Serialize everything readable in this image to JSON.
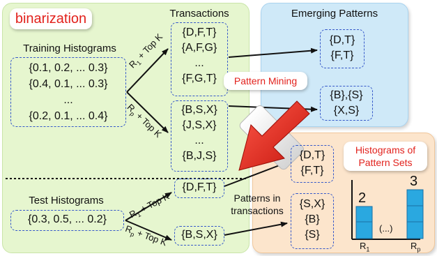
{
  "badge": {
    "label": "binarization"
  },
  "training": {
    "heading": "Training Histograms",
    "rows": [
      "{0.1, 0.2, ... 0.3}",
      "{0.4, 0.1, ... 0.3}",
      "...",
      "{0.2, 0.1, ... 0.4}"
    ]
  },
  "transactions": {
    "heading": "Transactions",
    "group1": [
      "{D,F,T}",
      "{A,F,G}",
      "...",
      "{F,G,T}"
    ],
    "group2": [
      "{B,S,X}",
      "{J,S,X}",
      "...",
      "{B,J,S}"
    ]
  },
  "edges": {
    "r1_label": "R",
    "r1_sub": "1",
    "rp_label": "R",
    "rp_sub": "p",
    "topk": " + Top K"
  },
  "emerging": {
    "heading": "Emerging Patterns",
    "group1": [
      "{D,T}",
      "{F,T}"
    ],
    "group2": [
      "{B},{S}",
      "{X,S}"
    ]
  },
  "pattern_mining": {
    "label": "Pattern Mining"
  },
  "test": {
    "heading": "Test Histograms",
    "value": "{0.3, 0.5, ... 0.2}",
    "trans1": "{D,F,T}",
    "trans2": "{B,S,X}"
  },
  "patterns_in_transactions": {
    "line1": "Patterns in",
    "line2": "transactions"
  },
  "matched": {
    "group1": [
      "{D,T}",
      "{F,T}"
    ],
    "group2": [
      "{S,X}",
      "{B}",
      "{S}"
    ]
  },
  "histograms_of_pattern_sets": {
    "line1": "Histograms of",
    "line2": "Pattern Sets",
    "bar1_count": "2",
    "bar2_count": "3",
    "gap_label": "(...)",
    "axis1_label": "R",
    "axis1_sub": "1",
    "axis2_label": "R",
    "axis2_sub": "p"
  },
  "colors": {
    "red_text": "#e2211c",
    "box_border": "#3558c9",
    "bar_fill": "#2aa8e0",
    "green_panel": "#e6f6cf",
    "blue_panel": "#cfe9f8",
    "peach_panel": "#fce5cc"
  }
}
